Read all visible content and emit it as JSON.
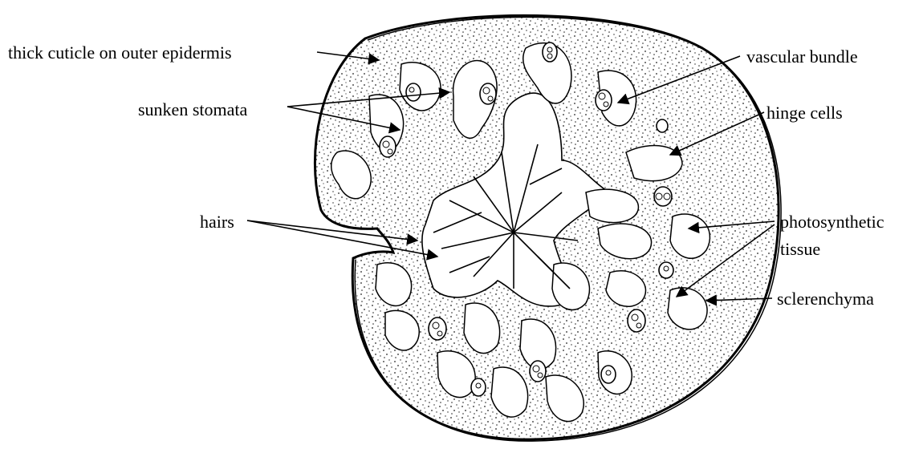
{
  "diagram": {
    "labels": {
      "cuticle": "thick cuticle on outer epidermis",
      "stomata": "sunken stomata",
      "vascular": "vascular bundle",
      "hinge": "hinge cells",
      "hairs": "hairs",
      "photosynthetic_line1": "photosynthetic",
      "photosynthetic_line2": "tissue",
      "sclerenchyma": "sclerenchyma"
    }
  }
}
